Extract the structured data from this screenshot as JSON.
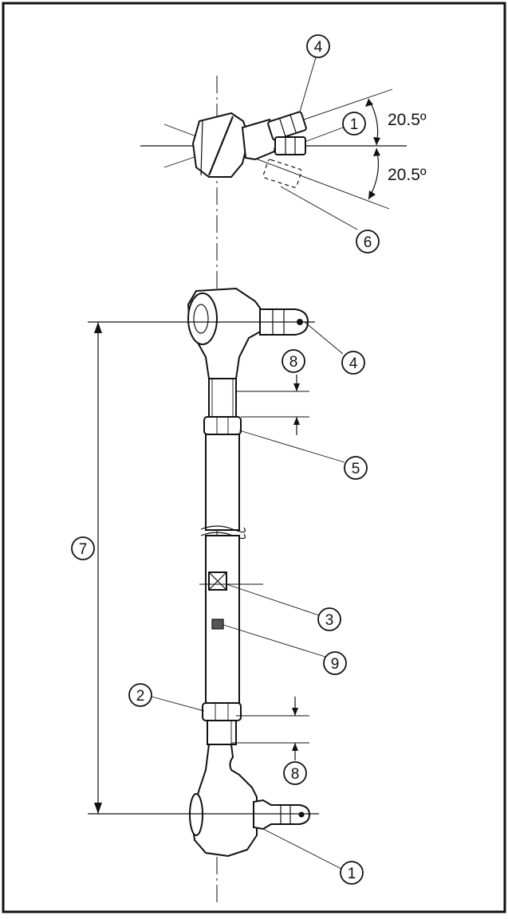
{
  "angles": {
    "upper": "20.5º",
    "lower": "20.5º"
  },
  "callouts": {
    "c1_top": "1",
    "c4_top": "4",
    "c6": "6",
    "c4_mid": "4",
    "c8_top": "8",
    "c5": "5",
    "c7": "7",
    "c3": "3",
    "c9": "9",
    "c2": "2",
    "c8_bottom": "8",
    "c1_bottom": "1"
  }
}
